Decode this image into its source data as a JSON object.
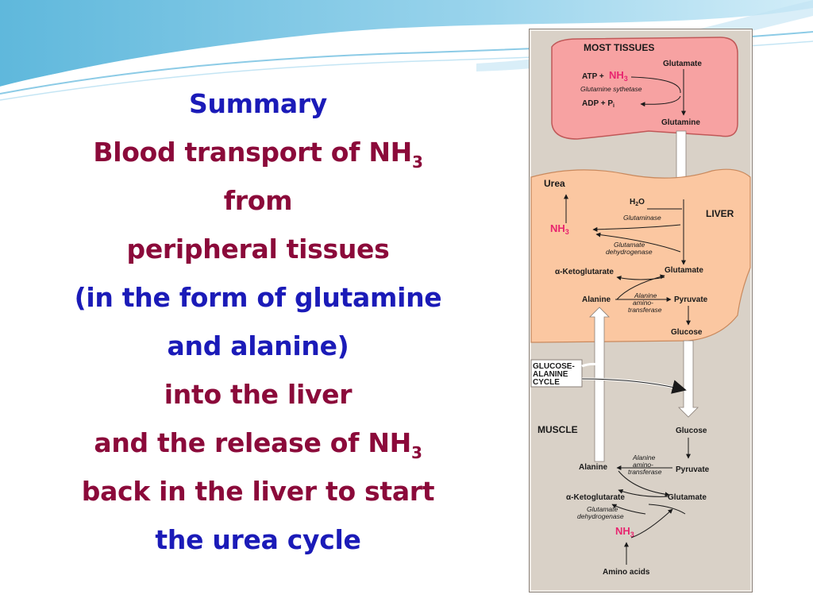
{
  "title": {
    "line1": "Summary",
    "line2_main": "Blood transport of NH",
    "line2_sub": "3",
    "line3": "from",
    "line4": "peripheral tissues",
    "line5": "(in the form of glutamine",
    "line6": "and alanine)",
    "line7": "into the liver",
    "line8_main": "and the release of NH",
    "line8_sub": "3",
    "line9": "back in the liver to start",
    "line10": "the urea cycle"
  },
  "diagram": {
    "tissues": {
      "header": "MOST TISSUES",
      "glutamate": "Glutamate",
      "atp": "ATP +",
      "nh3": "NH",
      "nh3_sub": "3",
      "enzyme": "Glutamine sythetase",
      "adp": "ADP + P",
      "adp_sub": "i",
      "glutamine": "Glutamine"
    },
    "liver": {
      "header": "LIVER",
      "urea": "Urea",
      "h2o_h": "H",
      "h2o_sub": "2",
      "h2o_o": "O",
      "glutaminase": "Glutaminase",
      "nh3": "NH",
      "nh3_sub": "3",
      "gdh1": "Glutamate",
      "gdh2": "dehydrogenase",
      "ketoglutarate": "α-Ketoglutarate",
      "glutamate": "Glutamate",
      "alanine": "Alanine",
      "alt1": "Alanine",
      "alt2": "amino-",
      "alt3": "transferase",
      "pyruvate": "Pyruvate",
      "glucose": "Glucose"
    },
    "cycle": {
      "line1": "GLUCOSE-",
      "line2": "ALANINE",
      "line3": "CYCLE"
    },
    "muscle": {
      "header": "MUSCLE",
      "glucose": "Glucose",
      "alanine": "Alanine",
      "alt1": "Alanine",
      "alt2": "amino-",
      "alt3": "transferase",
      "pyruvate": "Pyruvate",
      "ketoglutarate": "α-Ketoglutarate",
      "glutamate": "Glutamate",
      "gdh1": "Glutamate",
      "gdh2": "dehydrogenase",
      "nh3": "NH",
      "nh3_sub": "3",
      "amino_acids": "Amino acids"
    }
  },
  "colors": {
    "title_blue": "#1b1bb8",
    "title_maroon": "#8b0a3a",
    "tissue_fill": "#f7a2a2",
    "liver_fill": "#fbc7a1",
    "nh3_pink": "#e8256f"
  }
}
